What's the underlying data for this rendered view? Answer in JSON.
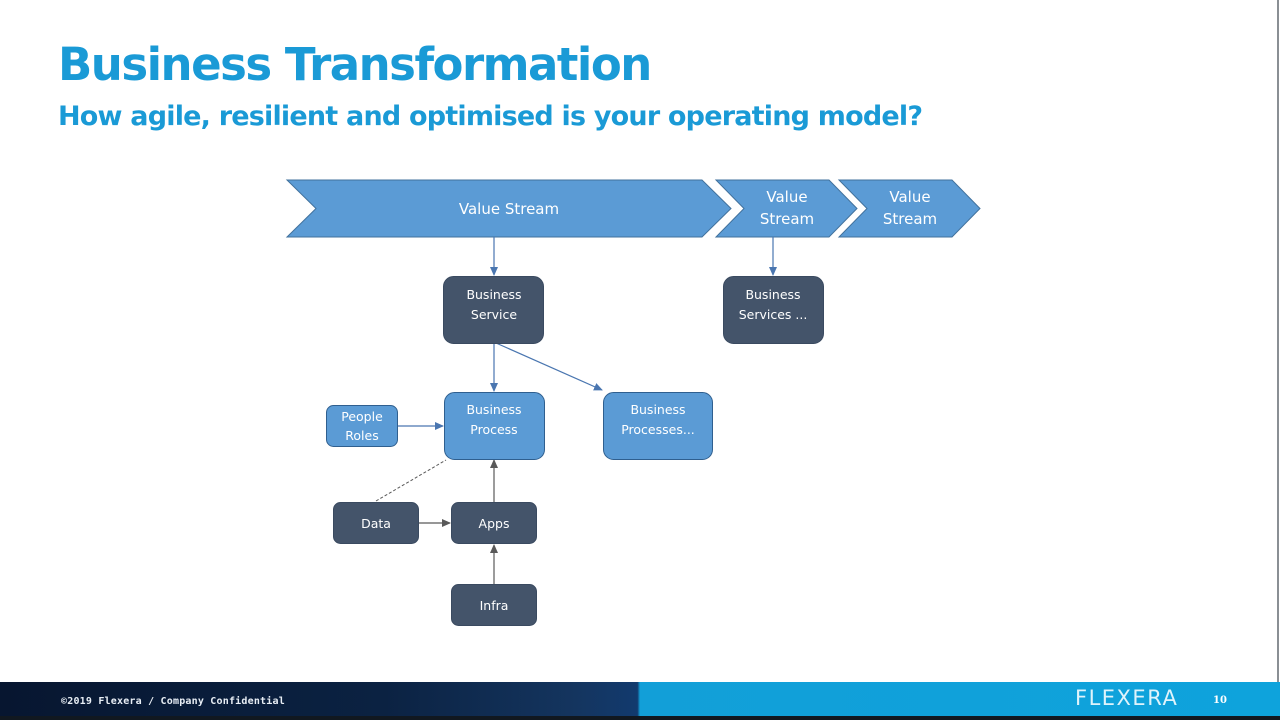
{
  "slide": {
    "title": "Business Transformation",
    "subtitle": "How agile, resilient and optimised is your operating model?",
    "page_number": "10"
  },
  "footer": {
    "copyright": "©2019 Flexera / Company Confidential",
    "logo": "FLEXERA"
  },
  "colors": {
    "title": "#1a9ad6",
    "chevron_fill": "#5b9bd5",
    "chevron_stroke": "#41719c",
    "dark_box": "#44546a",
    "light_box": "#5b9bd5",
    "connector": "#4a76b0",
    "dark_connector": "#595959"
  },
  "diagram": {
    "value_streams": [
      {
        "label_lines": [
          "Value Stream"
        ]
      },
      {
        "label_lines": [
          "Value",
          "Stream"
        ]
      },
      {
        "label_lines": [
          "Value",
          "Stream"
        ]
      }
    ],
    "nodes": {
      "business_service": {
        "lines": [
          "Business",
          "Service"
        ],
        "style": "dark"
      },
      "business_services_more": {
        "lines": [
          "Business",
          "Services ..."
        ],
        "style": "dark"
      },
      "business_process": {
        "lines": [
          "Business",
          "Process"
        ],
        "style": "light"
      },
      "business_processes_more": {
        "lines": [
          "Business",
          "Processes..."
        ],
        "style": "light"
      },
      "people_roles": {
        "lines": [
          "People",
          "Roles"
        ],
        "style": "light"
      },
      "data": {
        "lines": [
          "Data"
        ],
        "style": "dark"
      },
      "apps": {
        "lines": [
          "Apps"
        ],
        "style": "dark"
      },
      "infra": {
        "lines": [
          "Infra"
        ],
        "style": "dark"
      }
    },
    "edges": [
      {
        "from": "value_stream_1",
        "to": "business_service",
        "style": "solid"
      },
      {
        "from": "value_stream_2",
        "to": "business_services_more",
        "style": "solid"
      },
      {
        "from": "business_service",
        "to": "business_process",
        "style": "solid"
      },
      {
        "from": "business_service",
        "to": "business_processes_more",
        "style": "solid"
      },
      {
        "from": "people_roles",
        "to": "business_process",
        "style": "solid"
      },
      {
        "from": "apps",
        "to": "business_process",
        "style": "solid"
      },
      {
        "from": "data",
        "to": "apps",
        "style": "solid"
      },
      {
        "from": "infra",
        "to": "apps",
        "style": "solid"
      },
      {
        "from": "data",
        "to": "business_process",
        "style": "dashed"
      }
    ]
  }
}
